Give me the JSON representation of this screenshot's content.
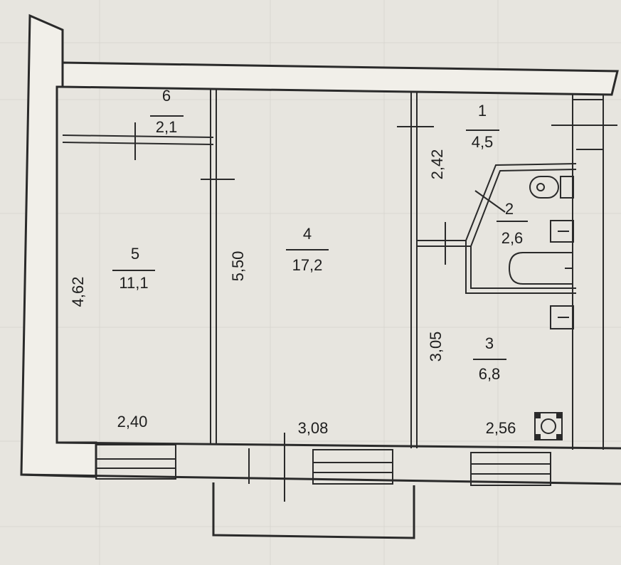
{
  "rooms": [
    {
      "number": "1",
      "area": "4,5"
    },
    {
      "number": "2",
      "area": "2,6"
    },
    {
      "number": "3",
      "area": "6,8"
    },
    {
      "number": "4",
      "area": "17,2"
    },
    {
      "number": "5",
      "area": "11,1"
    },
    {
      "number": "6",
      "area": "2,1"
    }
  ],
  "dimensions": {
    "room5_height": "4,62",
    "room5_width": "2,40",
    "room4_height": "5,50",
    "room4_width": "3,08",
    "corridor_height": "2,42",
    "kitchen_height": "3,05",
    "kitchen_width": "2,56"
  }
}
